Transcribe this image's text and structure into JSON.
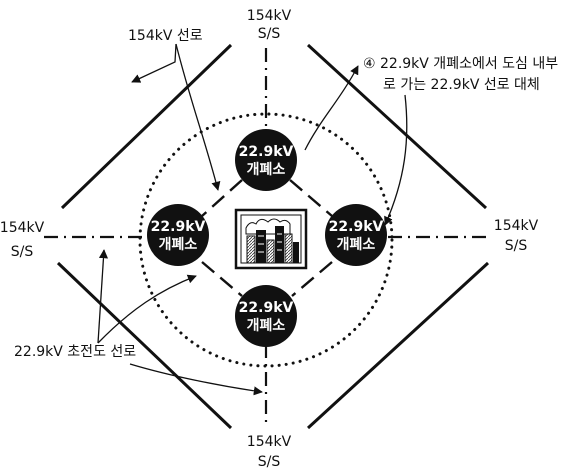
{
  "substations": {
    "top": {
      "line1": "154kV",
      "line2": "S/S"
    },
    "left": {
      "line1": "154kV",
      "line2": "S/S"
    },
    "right": {
      "line1": "154kV",
      "line2": "S/S"
    },
    "bottom": {
      "line1": "154kV",
      "line2": "S/S"
    }
  },
  "switching_stations": {
    "top": {
      "line1": "22.9kV",
      "line2": "개폐소"
    },
    "left": {
      "line1": "22.9kV",
      "line2": "개폐소"
    },
    "right": {
      "line1": "22.9kV",
      "line2": "개폐소"
    },
    "bottom": {
      "line1": "22.9kV",
      "line2": "개폐소"
    }
  },
  "annotations": {
    "line_154kv": "154kV 선로",
    "replacement_line1": "④ 22.9kV 개폐소에서 도심 내부",
    "replacement_line2": "로 가는 22.9kV 선로 대체",
    "line_22kv": "22.9kV 초전도 선로"
  },
  "city_icon": "city-buildings-icon",
  "colors": {
    "line": "#111111",
    "node_fill": "#111111",
    "node_text": "#ffffff",
    "background": "#ffffff"
  }
}
